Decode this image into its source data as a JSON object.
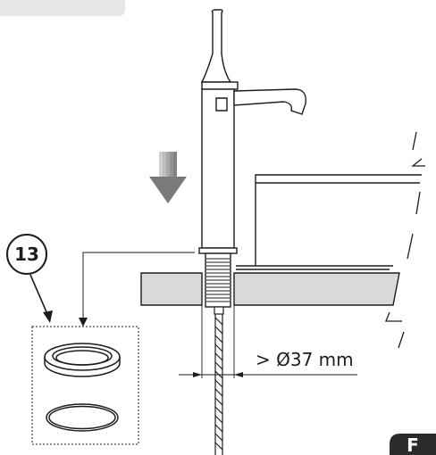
{
  "callout": {
    "number": "13"
  },
  "dimension": {
    "label": "> Ø37 mm"
  },
  "page_badge": {
    "letter": "F"
  },
  "colors": {
    "line": "#1d1d1b",
    "countertop_fill": "#d9d9d9",
    "header_tab": "#e6e6e6",
    "badge": "#2b2b2b",
    "arrow_dark": "#8c8c8c",
    "arrow_light": "#c8c8c8"
  }
}
